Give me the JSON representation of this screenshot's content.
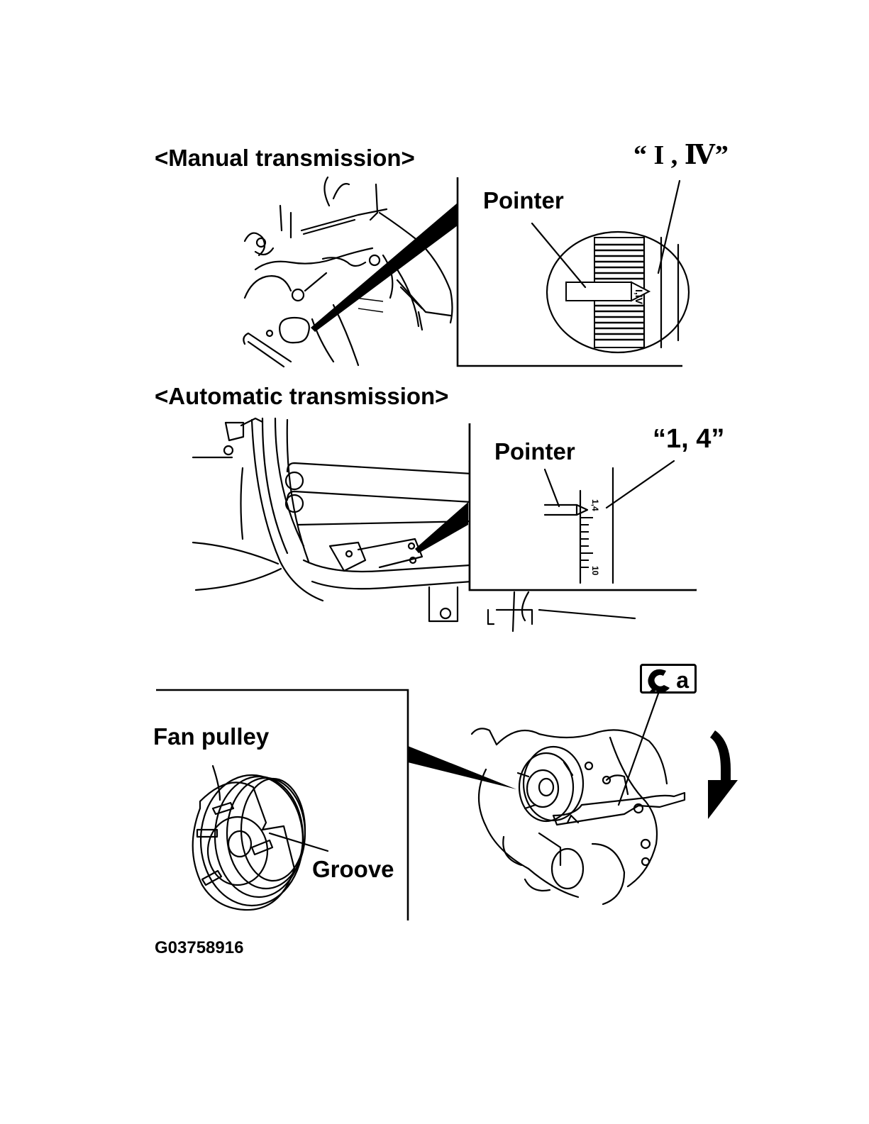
{
  "manual": {
    "title": "<Manual transmission>",
    "pointer_label": "Pointer",
    "mark_label": "“ I , Ⅳ”",
    "scale_text": "I,IV"
  },
  "automatic": {
    "title": "<Automatic transmission>",
    "pointer_label": "Pointer",
    "mark_label": "“1, 4”",
    "scale_text_top": "1,4",
    "scale_text_bottom": "10"
  },
  "pulley": {
    "fan_pulley_label": "Fan pulley",
    "groove_label": "Groove",
    "tool_letter": "a"
  },
  "figure_code": "G03758916"
}
